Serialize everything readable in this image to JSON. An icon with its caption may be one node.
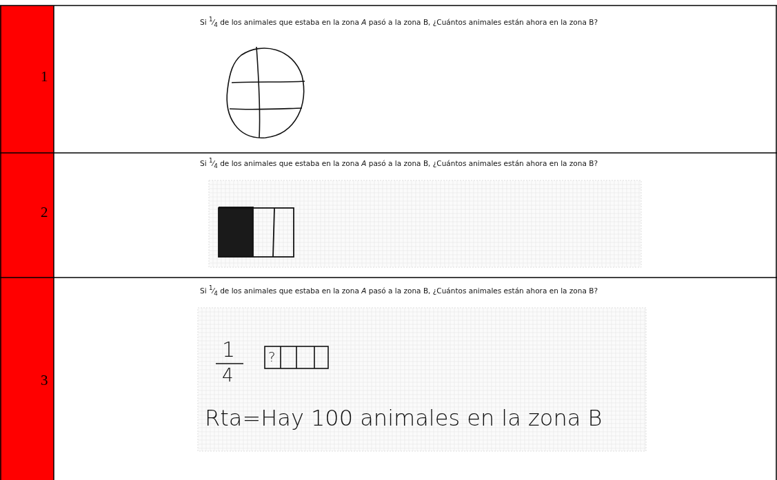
{
  "diagram": {
    "labels": [
      "1",
      "Si $^{1}$⁄$_{4}$ de los animales que estaba en la zona *A* pasó a la zona B, ¿Cuántos animales están ahora en la zona B?",
      "2",
      "Si $^{1}$⁄$_{4}$ de los animales que estaba en la zona *A* pasó a la zona B, ¿Cuántos animales están ahora en la zona B?",
      "3",
      "Si $^{1}$⁄$_{4}$ de los animales que estaba en la zona *A* pasó a la zona B, ¿Cuántos animales están ahora en la zona B?",
      "1",
      "4",
      "?",
      "Rta=Hay 100 animales en la zona B"
    ]
  }
}
